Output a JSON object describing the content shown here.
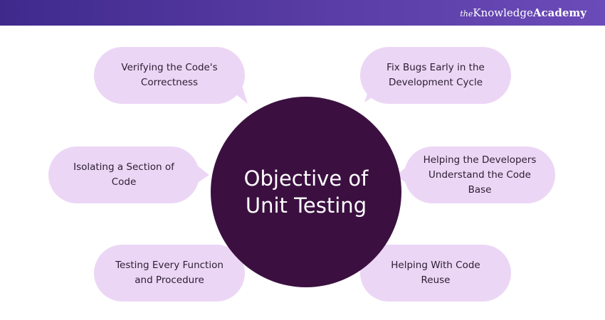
{
  "brand": {
    "the": "the",
    "knowledge": "Knowledge",
    "academy": "Academy"
  },
  "center": {
    "title": "Objective of Unit Testing"
  },
  "bubbles": [
    {
      "text": "Verifying the Code's Correctness"
    },
    {
      "text": "Fix Bugs Early in the Development Cycle"
    },
    {
      "text": "Isolating a Section of Code"
    },
    {
      "text": "Helping the Developers Understand the Code Base"
    },
    {
      "text": "Testing Every Function and Procedure"
    },
    {
      "text": "Helping With Code Reuse"
    }
  ],
  "colors": {
    "header": "#4b3299",
    "center": "#3b1040",
    "bubble": "#ecd6f5",
    "text": "#2b1d33"
  }
}
